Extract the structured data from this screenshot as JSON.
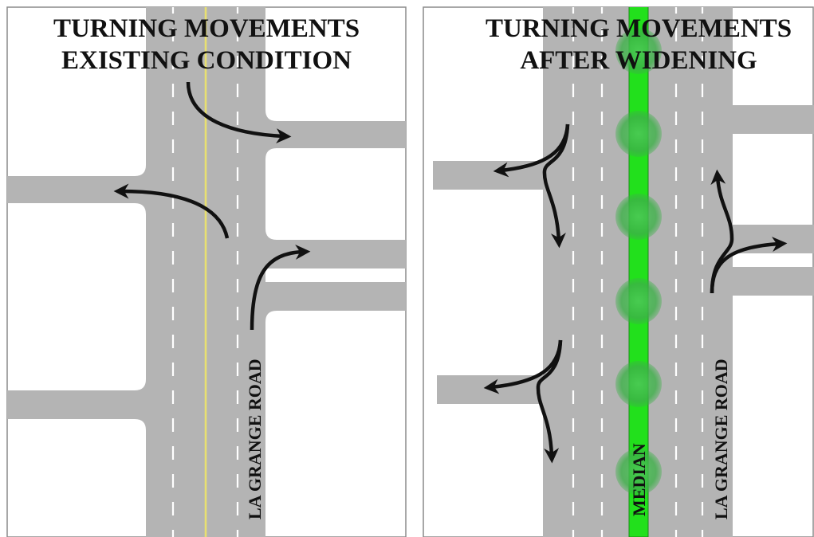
{
  "colors": {
    "road": "#b4b4b4",
    "lane_dash": "#ffffff",
    "centerline": "#e8e070",
    "median": "#22e01c",
    "tree": "#3fb54a",
    "arrow": "#111111",
    "frame": "#8a8a8a"
  },
  "left_panel": {
    "title_line1": "TURNING MOVEMENTS",
    "title_line2": "EXISTING CONDITION",
    "road_label": "LA GRANGE ROAD"
  },
  "right_panel": {
    "title_line1": "TURNING MOVEMENTS",
    "title_line2": "AFTER WIDENING",
    "road_label": "LA GRANGE ROAD",
    "median_label": "MEDIAN"
  }
}
